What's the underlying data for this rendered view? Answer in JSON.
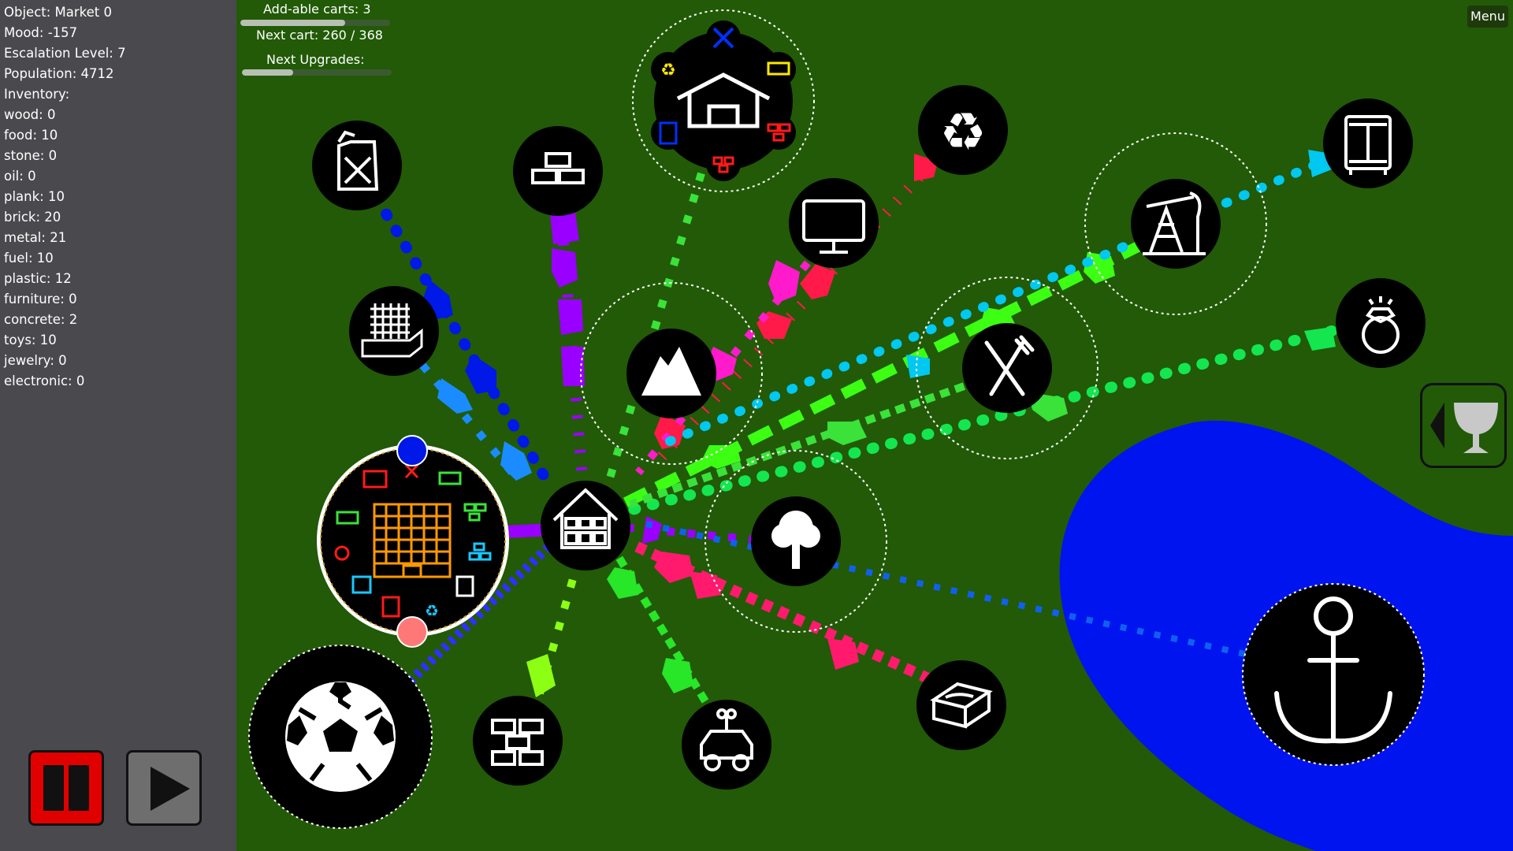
{
  "stats": {
    "object": "Object: Market 0",
    "mood": "Mood: -157",
    "escalation": "Escalation Level: 7",
    "population": "Population: 4712",
    "inventory_label": "Inventory:",
    "inventory": [
      "wood: 0",
      "food: 10",
      "stone: 0",
      "oil: 0",
      "plank: 10",
      "brick: 20",
      "metal: 21",
      "fuel: 10",
      "plastic: 12",
      "furniture: 0",
      "concrete: 2",
      "toys: 10",
      "jewelry: 0",
      "electronic: 0"
    ]
  },
  "hud": {
    "addable_carts": "Add-able carts: 3",
    "addable_progress": 0.7,
    "next_cart": "Next cart: 260 / 368",
    "next_upgrades": "Next Upgrades:",
    "upgrades_progress": 0.34
  },
  "menu_label": "Menu",
  "colors": {
    "grass": "#225a07",
    "water": "#0014f0",
    "sidebar": "#4a4a4e",
    "node": "#000000",
    "pause": "#e00000"
  },
  "nodes": [
    {
      "name": "jerrycan-node-icon"
    },
    {
      "name": "metal-ingots-node-icon"
    },
    {
      "name": "house-node-icon"
    },
    {
      "name": "recycle-node-icon"
    },
    {
      "name": "monitor-node-icon"
    },
    {
      "name": "oil-pump-node-icon"
    },
    {
      "name": "wardrobe-node-icon"
    },
    {
      "name": "concrete-grid-node-icon"
    },
    {
      "name": "mountain-node-icon"
    },
    {
      "name": "fork-knife-node-icon"
    },
    {
      "name": "ring-node-icon"
    },
    {
      "name": "market-barn-node-icon"
    },
    {
      "name": "tree-node-icon"
    },
    {
      "name": "factory-node-icon"
    },
    {
      "name": "soccer-ball-node-icon"
    },
    {
      "name": "bricks-node-icon"
    },
    {
      "name": "toy-car-node-icon"
    },
    {
      "name": "plank-node-icon"
    },
    {
      "name": "anchor-node-icon"
    }
  ],
  "controls": {
    "pause": "pause-icon",
    "play": "play-icon",
    "trophy": "trophy-icon"
  }
}
